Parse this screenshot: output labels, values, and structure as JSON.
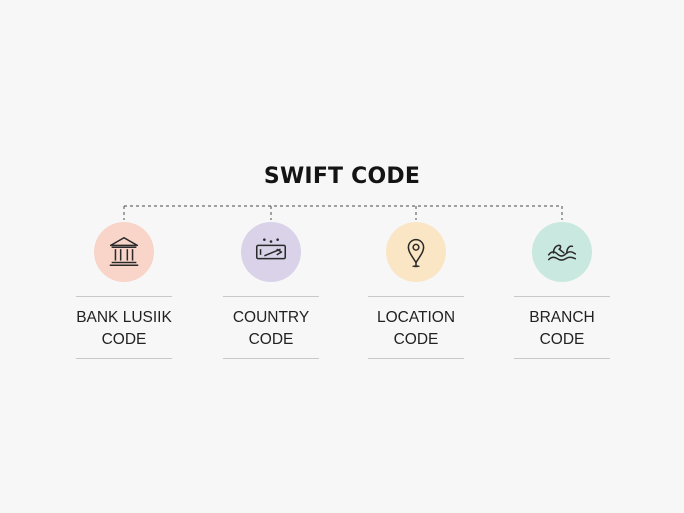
{
  "title": "SWIFT CODE",
  "items": [
    {
      "icon": "bank-building-icon",
      "color": "#f8d5c8",
      "line1": "BANK LUSIIK",
      "line2": "CODE"
    },
    {
      "icon": "country-tag-icon",
      "color": "#d9d2e8",
      "line1": "COUNTRY",
      "line2": "CODE"
    },
    {
      "icon": "location-pin-icon",
      "color": "#fae6c4",
      "line1": "LOCATION",
      "line2": "CODE"
    },
    {
      "icon": "branch-waves-icon",
      "color": "#c9e8df",
      "line1": "BRANCH",
      "line2": "CODE"
    }
  ]
}
